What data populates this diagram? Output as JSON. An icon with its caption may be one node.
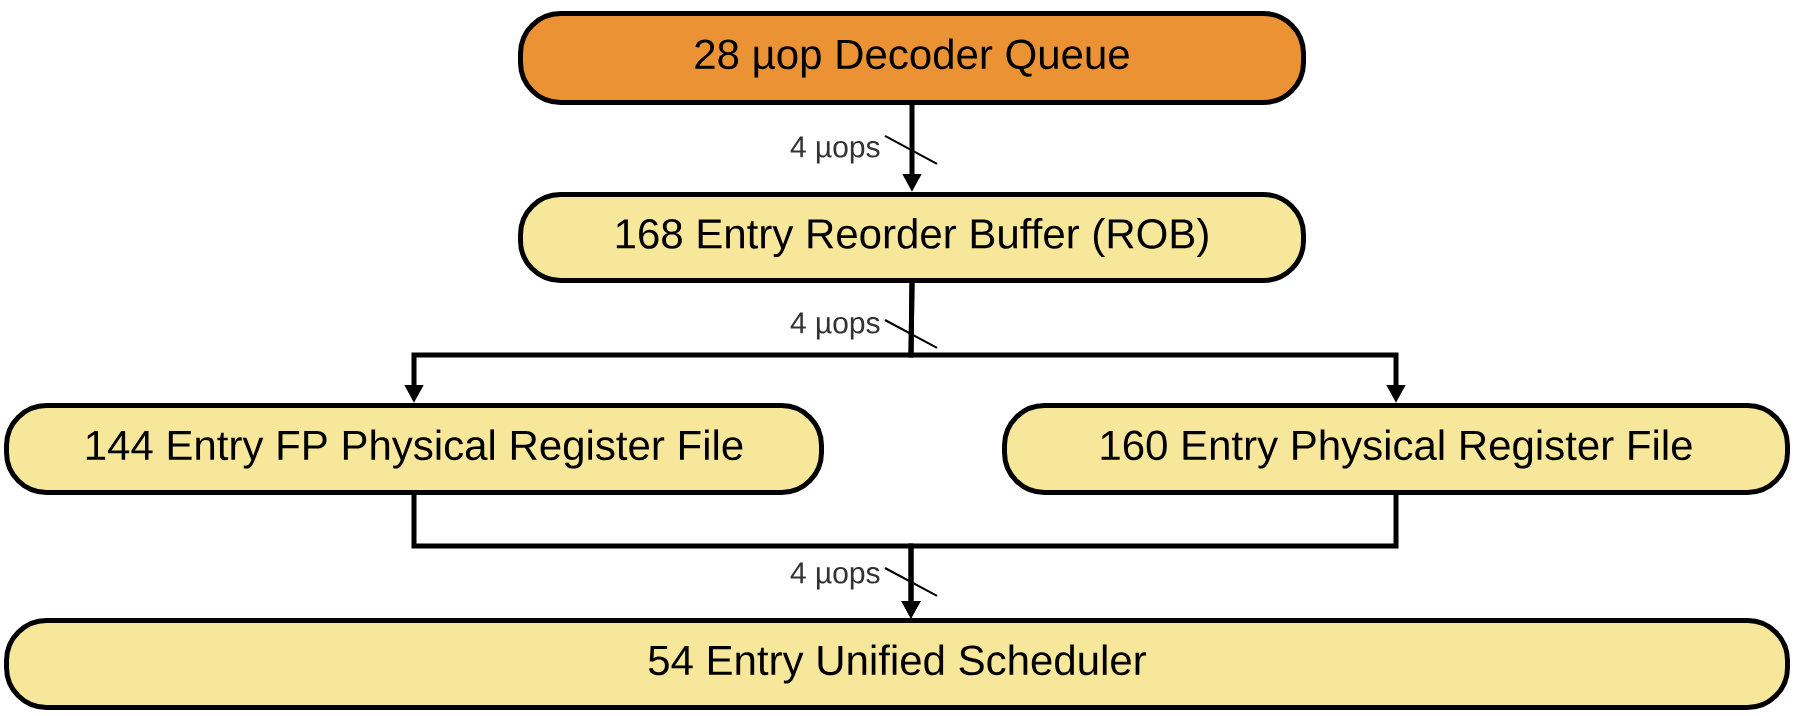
{
  "diagram": {
    "nodes": [
      {
        "text": [
          "28 µop Decoder Queue"
        ]
      },
      {
        "text": [
          "168 Entry Reorder Buffer (ROB)"
        ]
      },
      {
        "text": [
          "144 Entry FP Physical Register File"
        ]
      },
      {
        "text": [
          "160 Entry Physical Register File"
        ]
      },
      {
        "text": [
          "54 Entry Unified Scheduler"
        ]
      }
    ],
    "edges": [
      {
        "from": 0,
        "to": 1,
        "arrow": "to",
        "label": "4 µops"
      },
      {
        "from": 1,
        "to": 2,
        "arrow": "to",
        "label": "4 µops"
      },
      {
        "from": 1,
        "to": 3,
        "arrow": "to"
      },
      {
        "from": 2,
        "to": 4,
        "arrow": "to",
        "label": "4 µops"
      },
      {
        "from": 3,
        "to": 4,
        "arrow": "to"
      }
    ]
  }
}
